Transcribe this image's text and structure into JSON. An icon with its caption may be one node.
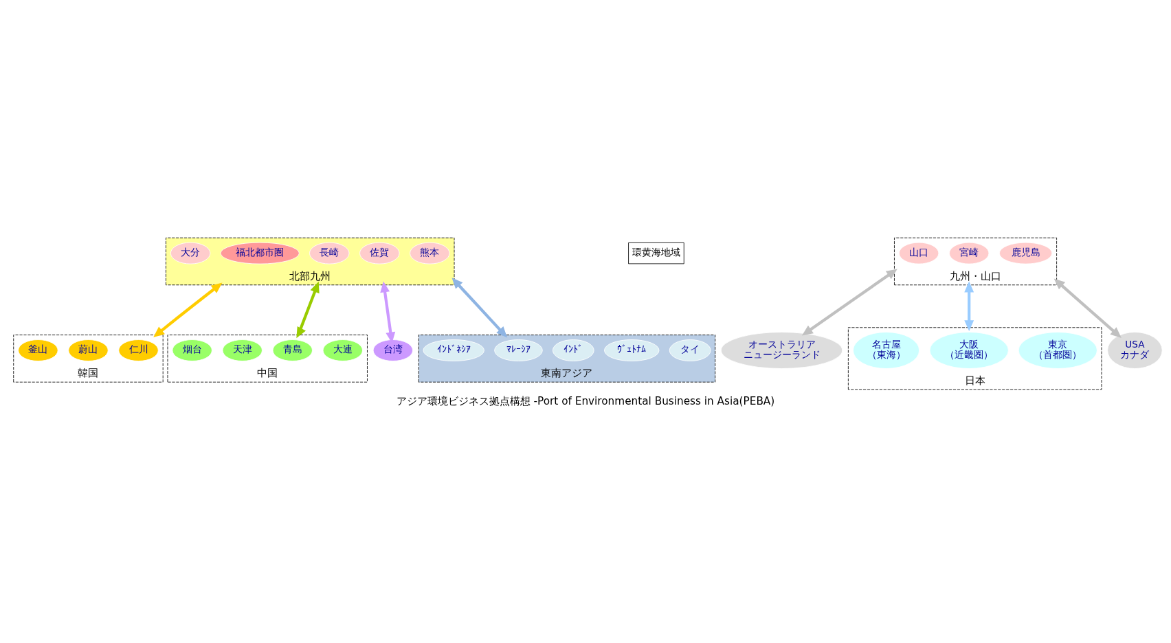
{
  "diagram": {
    "caption": "アジア環境ビジネス拠点構想 -Port of Environmental Business in Asia(PEBA)",
    "nodes": [
      {
        "text": [
          "韓国"
        ]
      },
      {
        "text": [
          "仁川"
        ],
        "in": 0
      },
      {
        "text": [
          "蔚山"
        ],
        "in": 0
      },
      {
        "text": [
          "釜山"
        ],
        "in": 0
      },
      {
        "text": [
          "環黄海地域"
        ]
      },
      {
        "text": [
          "日本"
        ]
      },
      {
        "text": [
          "東京",
          "（首都圏）"
        ],
        "in": 5
      },
      {
        "text": [
          "大阪",
          "（近畿圏）"
        ],
        "in": 5
      },
      {
        "text": [
          "名古屋",
          "（東海）"
        ],
        "in": 5
      },
      {
        "text": [
          "中国"
        ]
      },
      {
        "text": [
          "大連"
        ],
        "in": 9
      },
      {
        "text": [
          "青島"
        ],
        "in": 9
      },
      {
        "text": [
          "天津"
        ],
        "in": 9
      },
      {
        "text": [
          "烟台"
        ],
        "in": 9
      },
      {
        "text": [
          "北部九州"
        ]
      },
      {
        "text": [
          "福北都市圏"
        ],
        "in": 14
      },
      {
        "text": [
          "長崎"
        ],
        "in": 14
      },
      {
        "text": [
          "佐賀"
        ],
        "in": 14
      },
      {
        "text": [
          "熊本"
        ],
        "in": 14
      },
      {
        "text": [
          "大分"
        ],
        "in": 14
      },
      {
        "text": [
          "九州・山口"
        ]
      },
      {
        "text": [
          "山口"
        ],
        "in": 20
      },
      {
        "text": [
          "宮崎"
        ],
        "in": 20
      },
      {
        "text": [
          "鹿児島"
        ],
        "in": 20
      },
      {
        "text": [
          "USA",
          "カナダ"
        ]
      },
      {
        "text": [
          "台湾"
        ]
      },
      {
        "text": [
          "東南アジア"
        ]
      },
      {
        "text": [
          "タイ"
        ],
        "in": 26
      },
      {
        "text": [
          "ｳﾞｪﾄﾅﾑ"
        ],
        "in": 26
      },
      {
        "text": [
          "ｲﾝﾄﾞ"
        ],
        "in": 26
      },
      {
        "text": [
          "ﾏﾚｰｼｱ"
        ],
        "in": 26
      },
      {
        "text": [
          "ｲﾝﾄﾞﾈｼｱ"
        ],
        "in": 26
      },
      {
        "text": [
          "オーストラリア",
          "ニュージーランド"
        ]
      }
    ],
    "edges": [
      {
        "from": 14,
        "to": 0,
        "arrow": "both",
        "color": "#ffcc00"
      },
      {
        "from": 14,
        "to": 9,
        "arrow": "both",
        "color": "#99cc00"
      },
      {
        "from": 14,
        "to": 25,
        "arrow": "both",
        "color": "#cc99ff"
      },
      {
        "from": 14,
        "to": 26,
        "arrow": "both",
        "color": "#8eb4e3"
      },
      {
        "from": 20,
        "to": 5,
        "arrow": "both",
        "color": "#99ccff"
      },
      {
        "from": 20,
        "to": 24,
        "arrow": "both",
        "color": "#c0c0c0"
      },
      {
        "from": 20,
        "to": 32,
        "arrow": "both",
        "color": "#c0c0c0"
      }
    ]
  }
}
